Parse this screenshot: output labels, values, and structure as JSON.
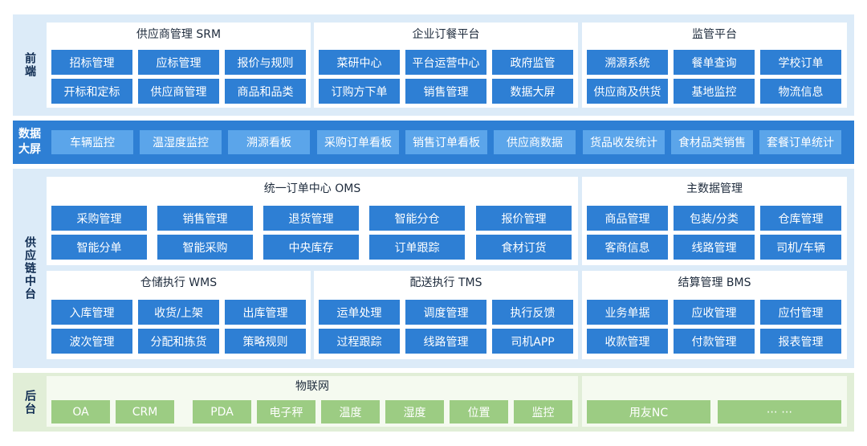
{
  "layers": {
    "front": "前端",
    "data_screen": "数据\n大屏",
    "supply_chain": "供应链中台",
    "backend": "后台"
  },
  "front": {
    "srm": {
      "title": "供应商管理 SRM",
      "items": [
        "招标管理",
        "应标管理",
        "报价与规则",
        "开标和定标",
        "供应商管理",
        "商品和品类"
      ]
    },
    "ordering": {
      "title": "企业订餐平台",
      "items": [
        "菜研中心",
        "平台运营中心",
        "政府监管",
        "订购方下单",
        "销售管理",
        "数据大屏"
      ]
    },
    "supervision": {
      "title": "监管平台",
      "items": [
        "溯源系统",
        "餐单查询",
        "学校订单",
        "供应商及供货",
        "基地监控",
        "物流信息"
      ]
    }
  },
  "data_screen": {
    "items": [
      "车辆监控",
      "温湿度监控",
      "溯源看板",
      "采购订单看板",
      "销售订单看板",
      "供应商数据",
      "货品收发统计",
      "食材品类销售",
      "套餐订单统计"
    ]
  },
  "supply": {
    "oms": {
      "title": "统一订单中心 OMS",
      "items": [
        "采购管理",
        "销售管理",
        "退货管理",
        "智能分仓",
        "报价管理",
        "智能分单",
        "智能采购",
        "中央库存",
        "订单跟踪",
        "食材订货"
      ]
    },
    "mdm": {
      "title": "主数据管理",
      "items": [
        "商品管理",
        "包装/分类",
        "仓库管理",
        "客商信息",
        "线路管理",
        "司机/车辆"
      ]
    },
    "wms": {
      "title": "仓储执行 WMS",
      "items": [
        "入库管理",
        "收货/上架",
        "出库管理",
        "波次管理",
        "分配和拣货",
        "策略规则"
      ]
    },
    "tms": {
      "title": "配送执行 TMS",
      "items": [
        "运单处理",
        "调度管理",
        "执行反馈",
        "过程跟踪",
        "线路管理",
        "司机APP"
      ]
    },
    "bms": {
      "title": "结算管理 BMS",
      "items": [
        "业务单据",
        "应收管理",
        "应付管理",
        "收款管理",
        "付款管理",
        "报表管理"
      ]
    }
  },
  "backend": {
    "iot_title": "物联网",
    "items": [
      "OA",
      "CRM",
      "PDA",
      "电子秤",
      "温度",
      "湿度",
      "位置",
      "监控",
      "用友NC",
      "⋯ ⋯"
    ]
  },
  "colors": {
    "module_blue": "#2e7fd4",
    "data_box_blue": "#5ba5ea",
    "band_light_blue": "#dcebf8",
    "band_green": "#e1eed7",
    "module_green": "#9ccc83"
  }
}
